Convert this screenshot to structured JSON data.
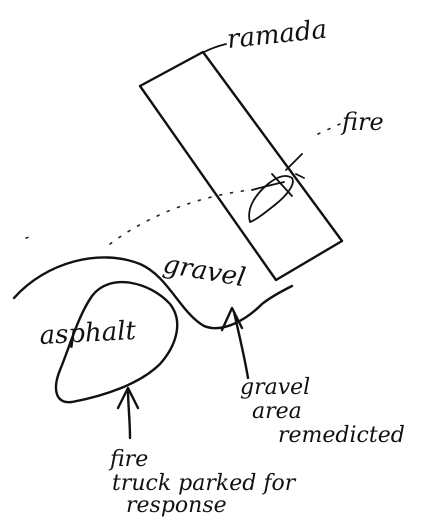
{
  "labels": {
    "ramada": "ramada",
    "fire": "fire",
    "gravel": "gravel",
    "asphalt": "asphalt",
    "gravel_area_remediated": [
      "gravel",
      "area",
      "remedicted"
    ],
    "fire_truck": [
      "fire",
      "truck parked for",
      "response"
    ]
  },
  "colors": {
    "ink": "#111111",
    "paper": "#ffffff"
  }
}
